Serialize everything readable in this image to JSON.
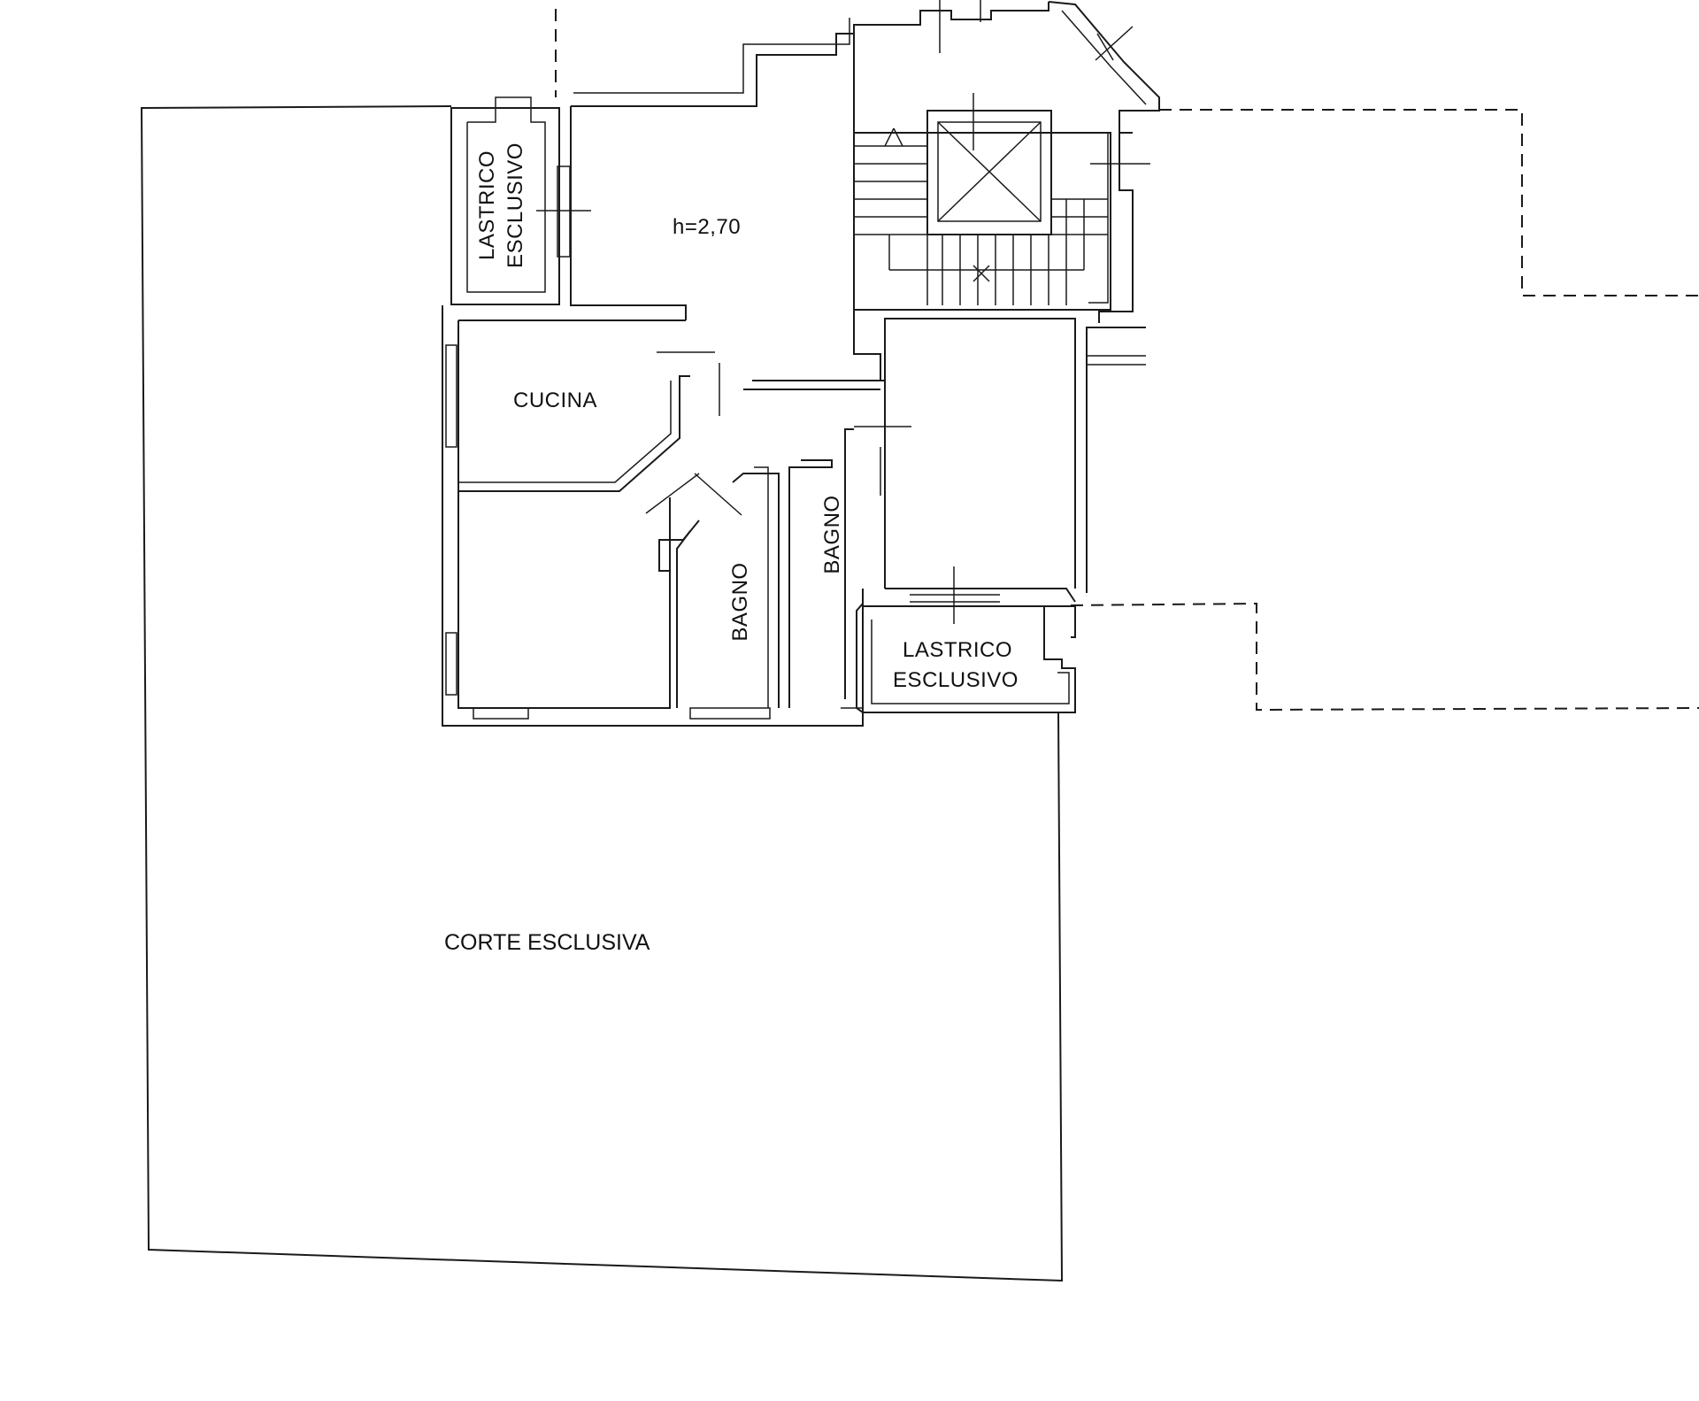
{
  "plan": {
    "labels": {
      "height_note": "h=2,70",
      "lastrico_nw_line1": "LASTRICO",
      "lastrico_nw_line2": "ESCLUSIVO",
      "cucina": "CUCINA",
      "bagno_1": "BAGNO",
      "bagno_2": "BAGNO",
      "lastrico_se_line1": "LASTRICO",
      "lastrico_se_line2": "ESCLUSIVO",
      "corte": "CORTE ESCLUSIVA"
    },
    "colors": {
      "line": "#1a1a1a",
      "background": "#ffffff"
    }
  }
}
